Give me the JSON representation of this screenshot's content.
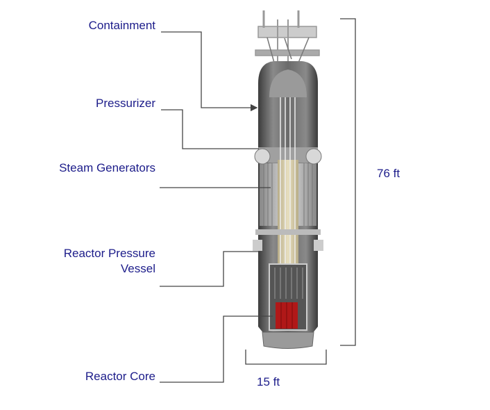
{
  "labels": {
    "containment": "Containment",
    "pressurizer": "Pressurizer",
    "steam_generators": "Steam Generators",
    "rpv_line1": "Reactor Pressure",
    "rpv_line2": "Vessel",
    "reactor_core": "Reactor Core"
  },
  "dimensions": {
    "height": "76 ft",
    "width": "15 ft"
  },
  "colors": {
    "label": "#1c1c8a",
    "leader": "#444444",
    "core": "#b01818"
  }
}
